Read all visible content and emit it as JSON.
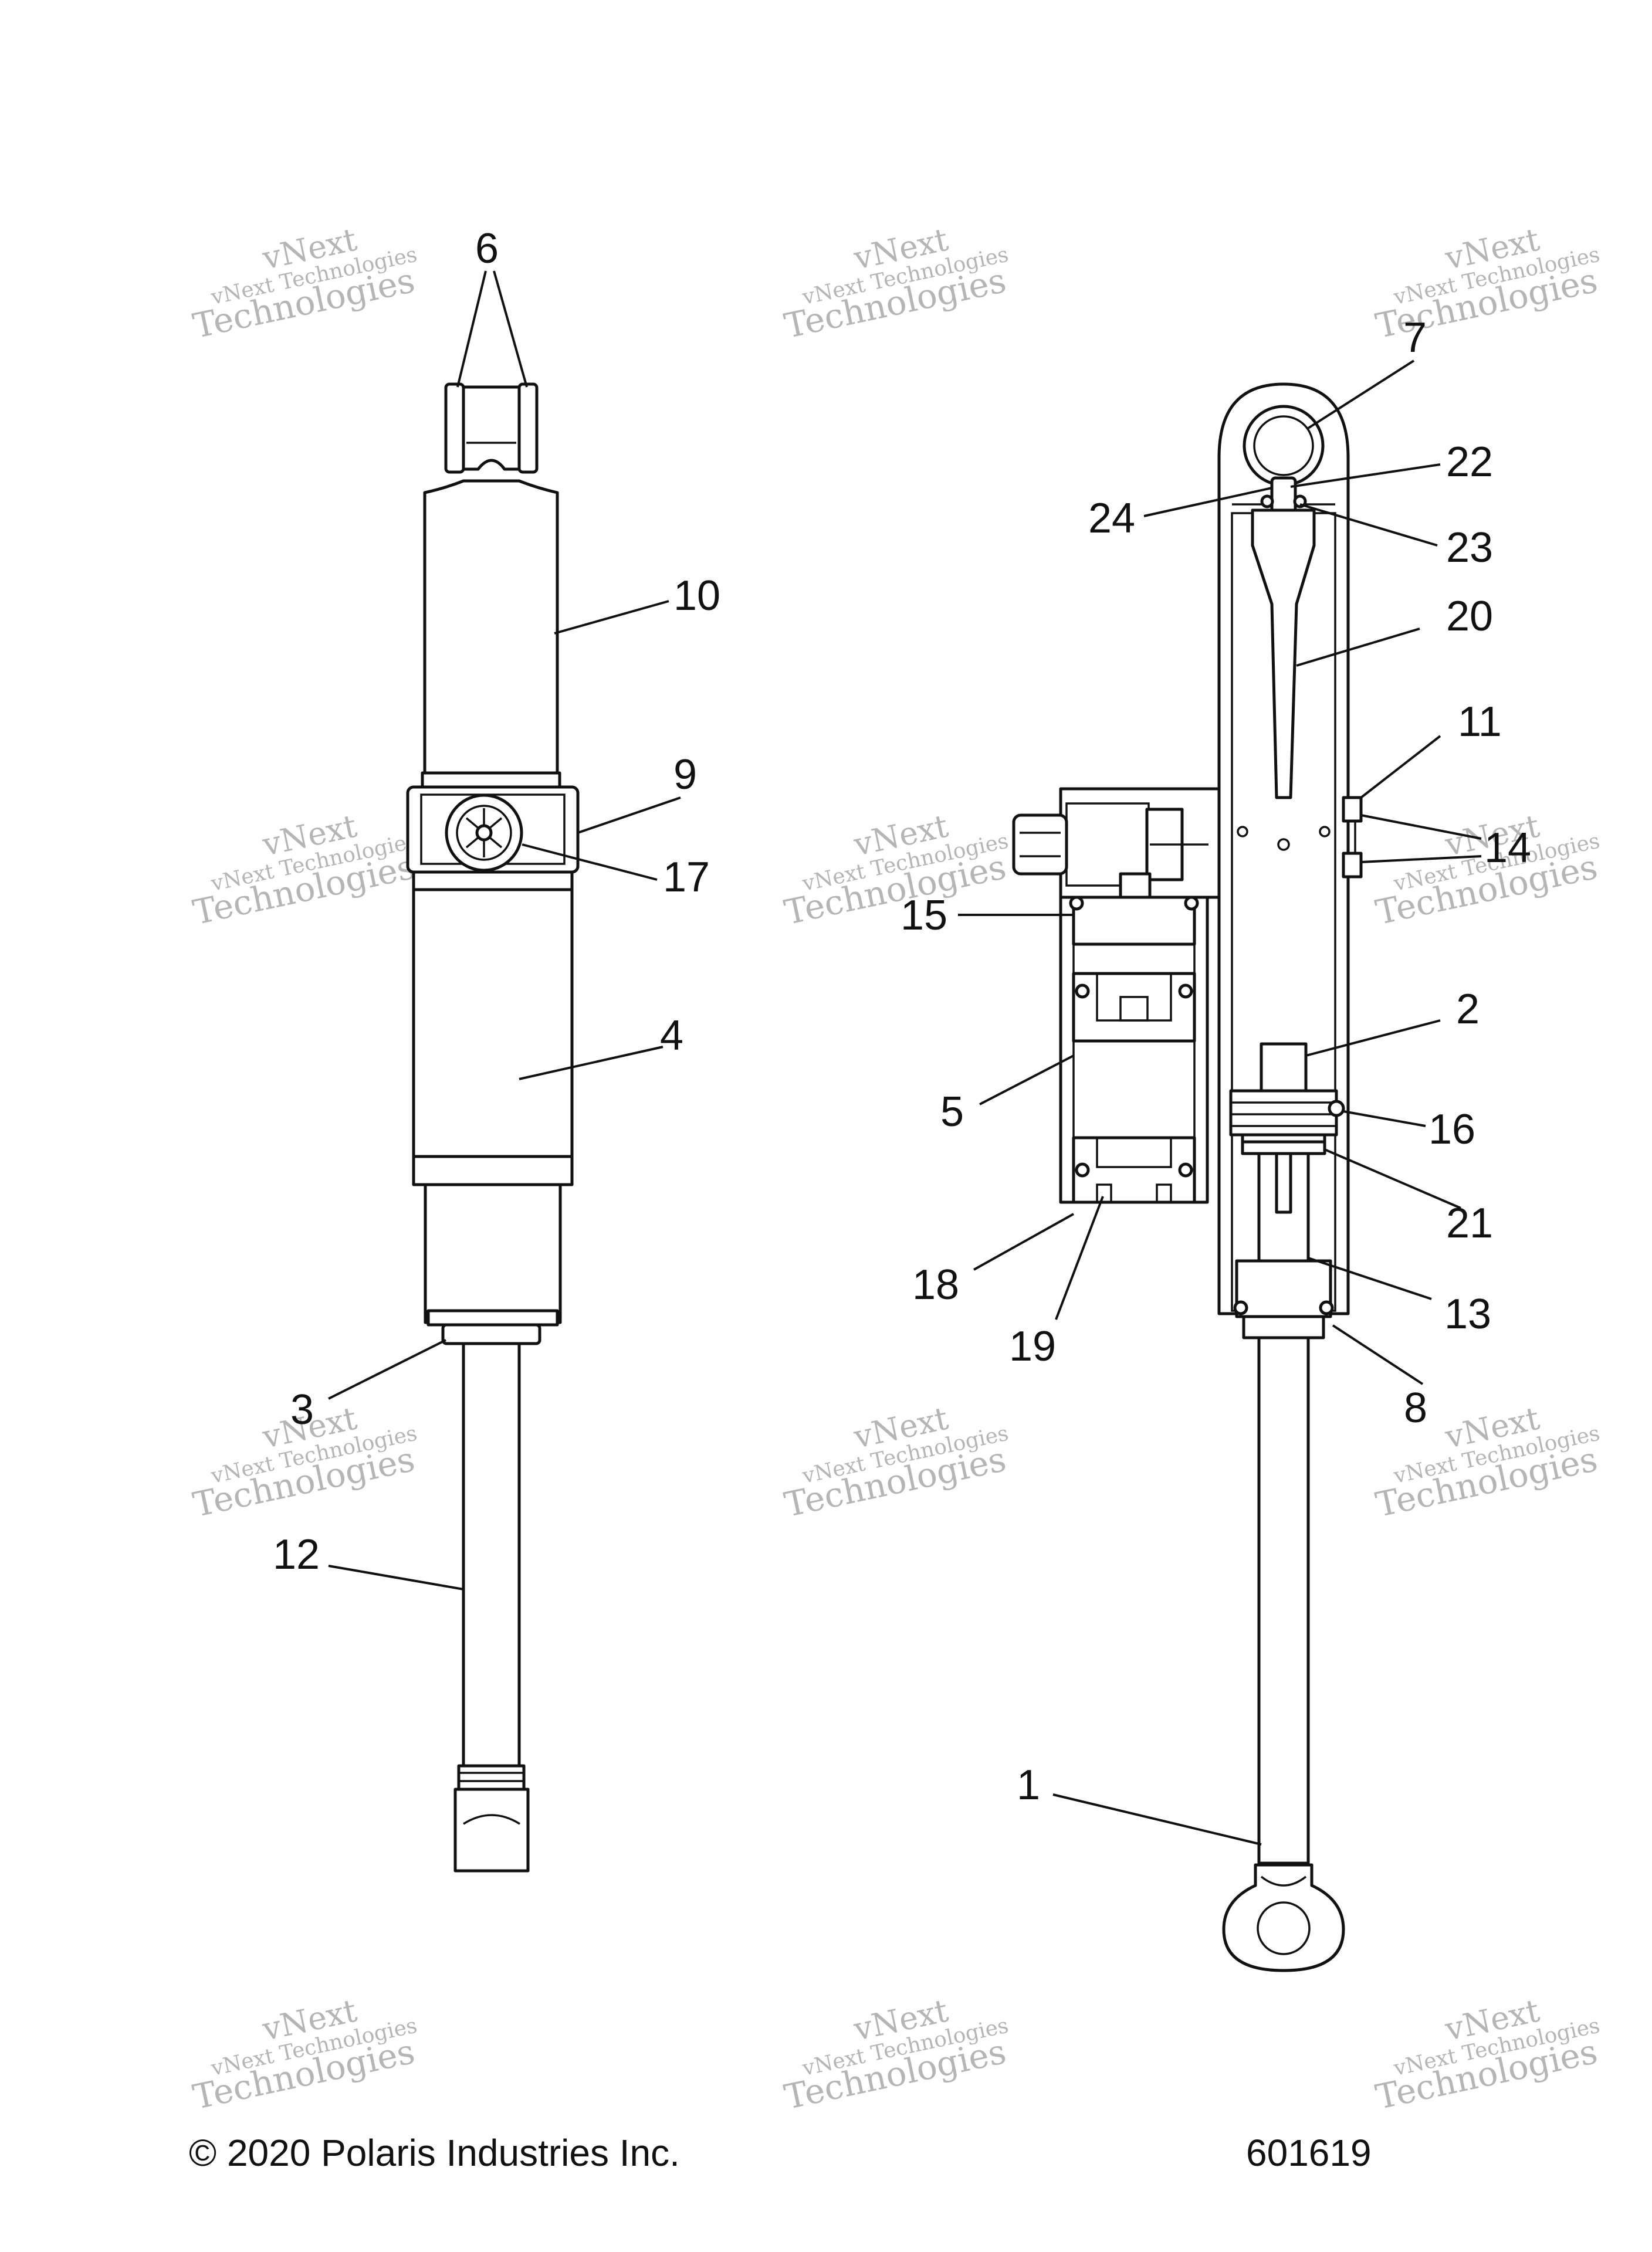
{
  "watermark": {
    "line1": "vNext",
    "line2": "vNext Technologies",
    "line3": "Technologies"
  },
  "callouts": [
    "6",
    "10",
    "9",
    "17",
    "4",
    "3",
    "12",
    "7",
    "22",
    "24",
    "23",
    "20",
    "11",
    "14",
    "15",
    "2",
    "5",
    "16",
    "21",
    "18",
    "13",
    "19",
    "8",
    "1"
  ],
  "footer": {
    "copyright": "© 2020 Polaris Industries Inc.",
    "drawing_number": "601619"
  }
}
